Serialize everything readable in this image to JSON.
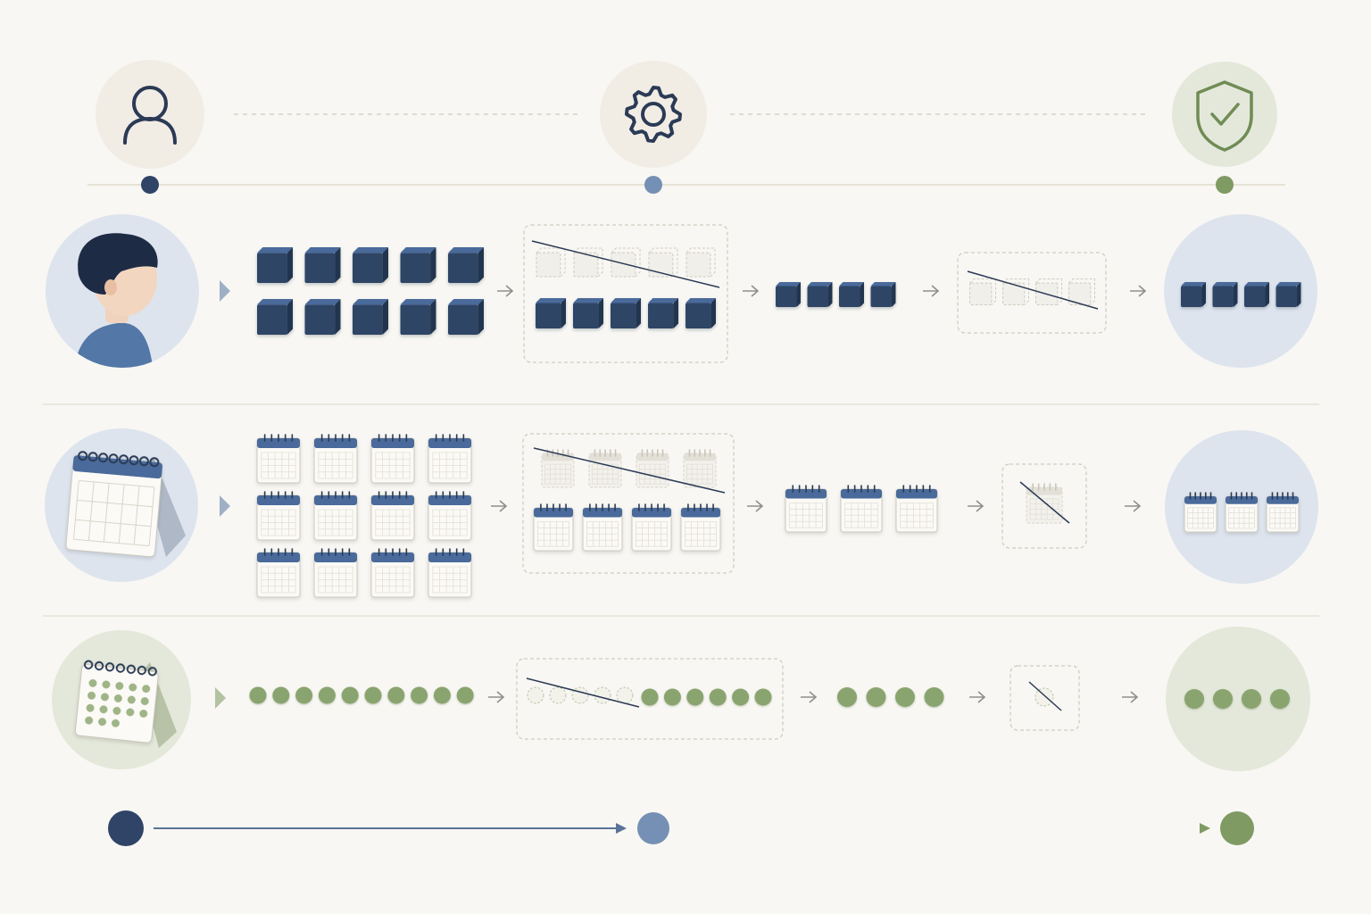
{
  "colors": {
    "background": "#f8f7f3",
    "navy": "#2f4466",
    "navy_light": "#4a6a9a",
    "slate": "#7590b4",
    "sage": "#8aa46f",
    "sage_light": "#a9bb93",
    "circle_beige": "#f1ede5",
    "circle_blue": "#dde4ee",
    "circle_green": "#e4e8da",
    "divider": "#e6e2d8",
    "dashed": "#d2cec4"
  },
  "stages": [
    {
      "icon": "user-icon",
      "dot_color": "#2f4466"
    },
    {
      "icon": "gear-icon",
      "dot_color": "#7590b4"
    },
    {
      "icon": "shield-check-icon",
      "dot_color": "#7f9a63"
    }
  ],
  "rows": [
    {
      "id": "people",
      "source_icon": "person-avatar-icon",
      "item_icon": "block-icon",
      "input_count": 10,
      "filter_removed": 5,
      "filter_kept": 5,
      "after_filter": 4,
      "check_removed": 4,
      "result_count": 4
    },
    {
      "id": "calendars",
      "source_icon": "desk-calendar-icon",
      "item_icon": "calendar-icon",
      "input_count": 12,
      "filter_removed": 4,
      "filter_kept": 4,
      "after_filter": 3,
      "check_removed": 1,
      "result_count": 3
    },
    {
      "id": "days",
      "source_icon": "dotted-calendar-icon",
      "item_icon": "dot-icon",
      "input_count": 10,
      "filter_removed": 5,
      "filter_kept": 6,
      "after_filter": 4,
      "check_removed": 1,
      "result_count": 4
    }
  ],
  "progress": {
    "icons": [
      "start-node-icon",
      "mid-node-icon",
      "end-node-icon"
    ]
  }
}
